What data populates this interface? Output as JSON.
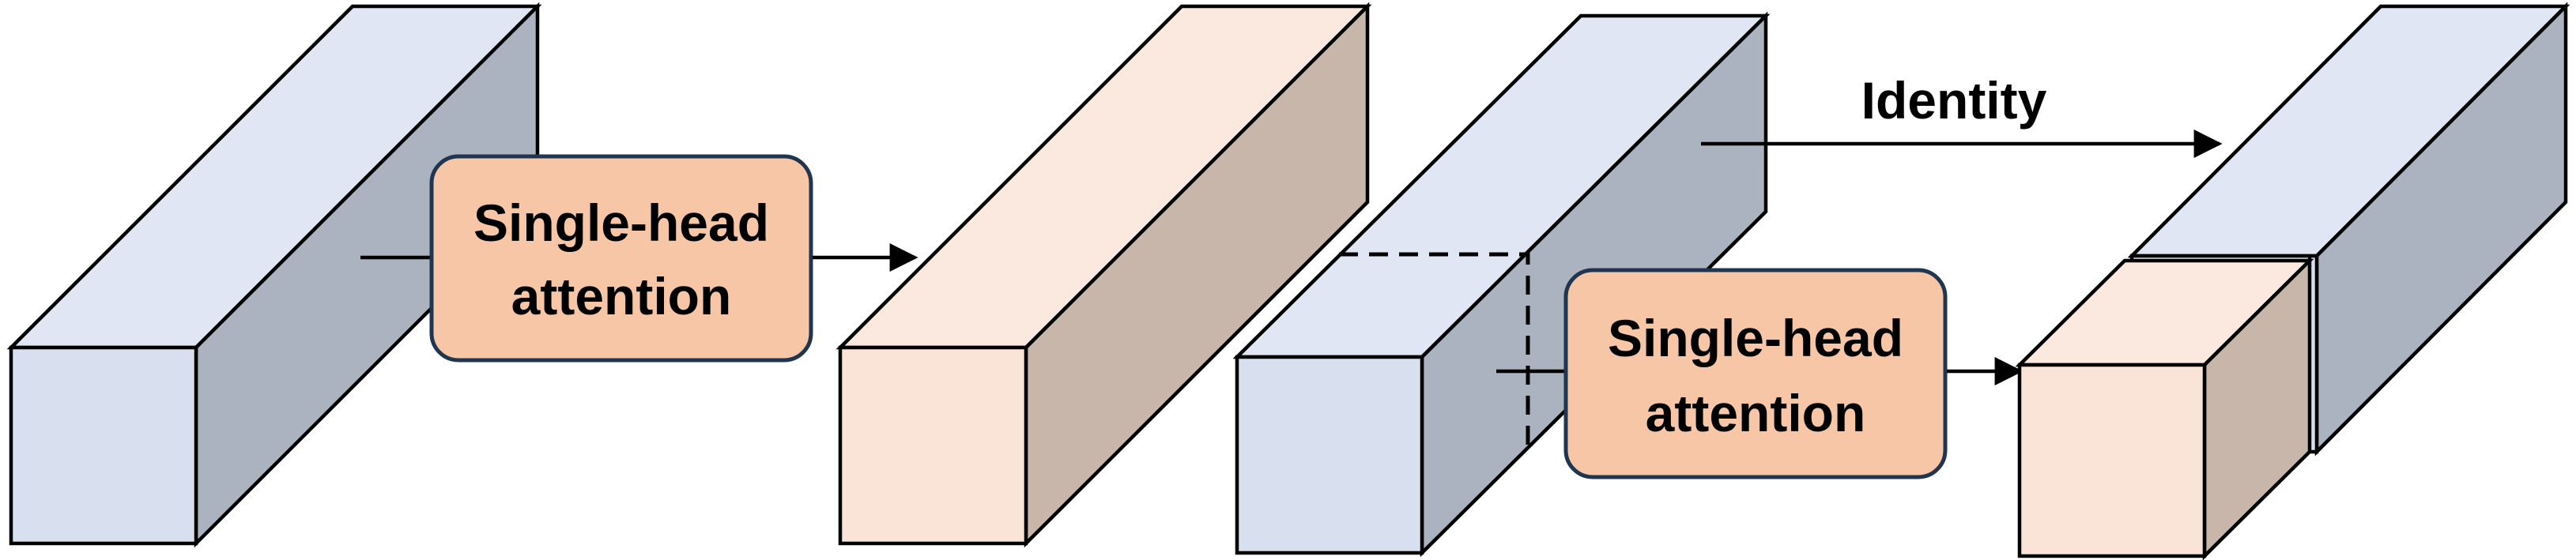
{
  "labels": {
    "attention_1_line1": "Single-head",
    "attention_1_line2": "attention",
    "attention_2_line1": "Single-head",
    "attention_2_line2": "attention",
    "identity": "Identity"
  },
  "colors": {
    "blue_front": "#d8e0f0",
    "blue_top": "#e0e6f4",
    "blue_side": "#abb3c0",
    "peach_front": "#fae4d8",
    "peach_top": "#fbe8de",
    "peach_side": "#c8b6ab",
    "box_fill": "#f7c6a6",
    "box_border": "#1f3550",
    "stroke": "#000000"
  }
}
